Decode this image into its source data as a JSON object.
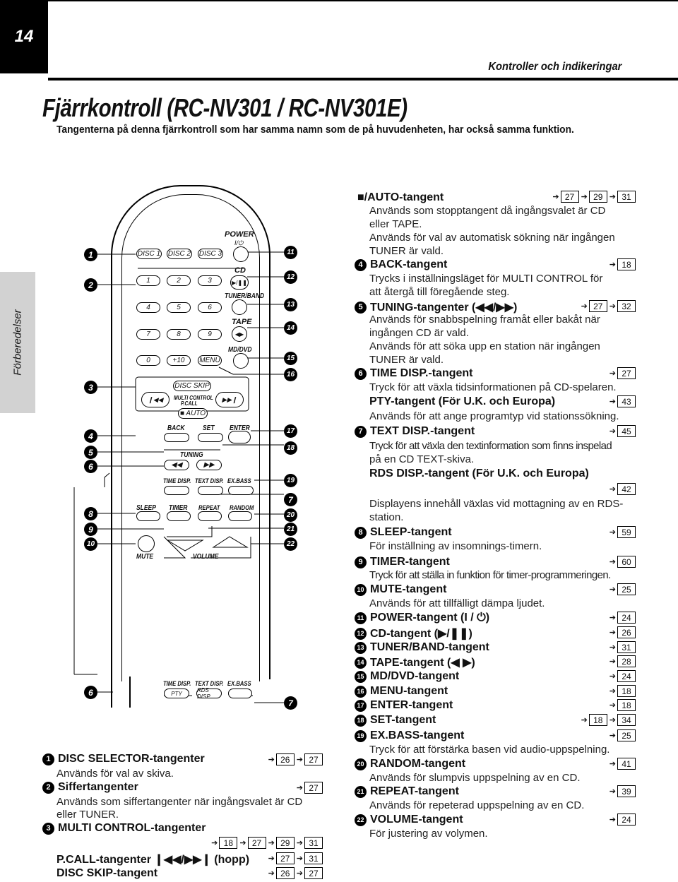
{
  "page_number": "14",
  "section_header": "Kontroller och indikeringar",
  "title": "Fjärrkontroll (RC-NV301 / RC-NV301E)",
  "subtitle": "Tangenterna på denna fjärrkontroll som har samma namn som de på huvudenheten, har också samma funktion.",
  "side_tab": "Förberedelser",
  "remote": {
    "disc1": "DISC 1",
    "disc2": "DISC 2",
    "disc3": "DISC 3",
    "power": "POWER",
    "power_sym": "I/⏻",
    "k1": "1",
    "k2": "2",
    "k3": "3",
    "k4": "4",
    "k5": "5",
    "k6": "6",
    "k7": "7",
    "k8": "8",
    "k9": "9",
    "k0": "0",
    "kplus10": "+10",
    "menu": "MENU",
    "cd": "CD",
    "cd_sym": "▶/❚❚",
    "tuner_band": "TUNER/BAND",
    "tape": "TAPE",
    "tape_sym": "◀▶",
    "md_dvd": "MD/DVD",
    "disc_skip": "DISC SKIP",
    "multi_control": "MULTI CONTROL",
    "pcall": "P.CALL",
    "prev": "❙◀◀",
    "next": "▶▶❙",
    "auto": "■ AUTO",
    "back": "BACK",
    "set": "SET",
    "enter": "ENTER",
    "tuning": "TUNING",
    "tun_left": "◀◀",
    "tun_right": "▶▶",
    "time_disp": "TIME DISP.",
    "text_disp": "TEXT DISP.",
    "ex_bass": "EX.BASS",
    "sleep": "SLEEP",
    "timer": "TIMER",
    "repeat": "REPEAT",
    "random": "RANDOM",
    "mute": "MUTE",
    "volume": "VOLUME",
    "alt_time_disp": "TIME DISP.",
    "alt_text_disp": "TEXT DISP.",
    "alt_ex_bass": "EX.BASS",
    "pty": "PTY",
    "rds_disp": "RDS DISP."
  },
  "callouts": {
    "c1": "1",
    "c2": "2",
    "c3": "3",
    "c4": "4",
    "c5": "5",
    "c6": "6",
    "c8": "8",
    "c9": "9",
    "c10": "10",
    "c11": "11",
    "c12": "12",
    "c13": "13",
    "c14": "14",
    "c15": "15",
    "c16": "16",
    "c17": "17",
    "c18": "18",
    "c19": "19",
    "c7": "7",
    "c20": "20",
    "c21": "21",
    "c22": "22",
    "c6b": "6",
    "c7b": "7"
  },
  "left_items": {
    "disc_selector": {
      "num": "1",
      "title": "DISC SELECTOR-tangenter",
      "refs": [
        "26",
        "27"
      ],
      "desc": "Används för val av skiva."
    },
    "siffer": {
      "num": "2",
      "title": "Siffertangenter",
      "refs": [
        "27"
      ],
      "desc1": "Används som siffertangenter när ingångsvalet är CD",
      "desc2": "eller TUNER."
    },
    "multi": {
      "num": "3",
      "title": "MULTI CONTROL-tangenter",
      "refs": [
        "18",
        "27",
        "29",
        "31"
      ]
    },
    "pcall": {
      "title": "P.CALL-tangenter ❙◀◀/▶▶❙ (hopp)",
      "refs": [
        "27",
        "31"
      ]
    },
    "discskip": {
      "title": "DISC SKIP-tangent",
      "refs": [
        "26",
        "27"
      ]
    }
  },
  "right_items": {
    "auto": {
      "title": "■/AUTO-tangent",
      "refs": [
        "27",
        "29",
        "31"
      ],
      "d1": "Används som stopptangent då ingångsvalet är CD",
      "d2": "eller TAPE.",
      "d3": "Används för val av automatisk sökning när ingången",
      "d4": "TUNER är vald."
    },
    "back": {
      "num": "4",
      "title": "BACK-tangent",
      "refs": [
        "18"
      ],
      "d1": "Trycks i inställningsläget för MULTI CONTROL för",
      "d2": "att återgå till föregående steg."
    },
    "tuning": {
      "num": "5",
      "title": "TUNING-tangenter (◀◀/▶▶)",
      "refs": [
        "27",
        "32"
      ],
      "d1": "Används för snabbspelning framåt eller bakåt när",
      "d2": "ingången CD är vald.",
      "d3": "Används för att söka upp en station när ingången",
      "d4": "TUNER är vald."
    },
    "timedisp": {
      "num": "6",
      "title": "TIME DISP.-tangent",
      "refs": [
        "27"
      ],
      "d1": "Tryck för att växla tidsinformationen på CD-spelaren."
    },
    "pty": {
      "title": "PTY-tangent (För U.K. och Europa)",
      "refs": [
        "43"
      ],
      "d1": "Används för att ange programtyp vid stationssökning."
    },
    "textdisp": {
      "num": "7",
      "title": "TEXT DISP.-tangent",
      "refs": [
        "45"
      ],
      "d1": "Tryck för att växla den textinformation som finns inspelad",
      "d2": "på en CD TEXT-skiva."
    },
    "rdsdisp": {
      "title": "RDS DISP.-tangent (För U.K. och Europa)",
      "refs": [
        "42"
      ],
      "d1": "Displayens innehåll växlas vid mottagning av en RDS-",
      "d2": "station."
    },
    "sleep": {
      "num": "8",
      "title": "SLEEP-tangent",
      "refs": [
        "59"
      ],
      "d1": "För inställning av insomnings-timern."
    },
    "timer": {
      "num": "9",
      "title": "TIMER-tangent",
      "refs": [
        "60"
      ],
      "d1": "Tryck för att ställa in funktion för timer-programmeringen."
    },
    "mute": {
      "num": "10",
      "title": "MUTE-tangent",
      "refs": [
        "25"
      ],
      "d1": "Används för att tillfälligt dämpa ljudet."
    },
    "power": {
      "num": "11",
      "title": "POWER-tangent (I / ⏻)",
      "refs": [
        "24"
      ]
    },
    "cd": {
      "num": "12",
      "title": "CD-tangent (▶/❚❚)",
      "refs": [
        "26"
      ]
    },
    "tuner": {
      "num": "13",
      "title": "TUNER/BAND-tangent",
      "refs": [
        "31"
      ]
    },
    "tape": {
      "num": "14",
      "title": "TAPE-tangent (◀ ▶)",
      "refs": [
        "28"
      ]
    },
    "mddvd": {
      "num": "15",
      "title": "MD/DVD-tangent",
      "refs": [
        "24"
      ]
    },
    "menu": {
      "num": "16",
      "title": "MENU-tangent",
      "refs": [
        "18"
      ]
    },
    "enter": {
      "num": "17",
      "title": "ENTER-tangent",
      "refs": [
        "18"
      ]
    },
    "set": {
      "num": "18",
      "title": "SET-tangent",
      "refs": [
        "18",
        "34"
      ]
    },
    "exbass": {
      "num": "19",
      "title": "EX.BASS-tangent",
      "refs": [
        "25"
      ],
      "d1": "Tryck för att förstärka basen vid audio-uppspelning."
    },
    "random": {
      "num": "20",
      "title": "RANDOM-tangent",
      "refs": [
        "41"
      ],
      "d1": "Används för slumpvis uppspelning av en CD."
    },
    "repeat": {
      "num": "21",
      "title": "REPEAT-tangent",
      "refs": [
        "39"
      ],
      "d1": "Används för repeterad uppspelning av en CD."
    },
    "volume": {
      "num": "22",
      "title": "VOLUME-tangent",
      "refs": [
        "24"
      ],
      "d1": "För justering av volymen."
    }
  }
}
